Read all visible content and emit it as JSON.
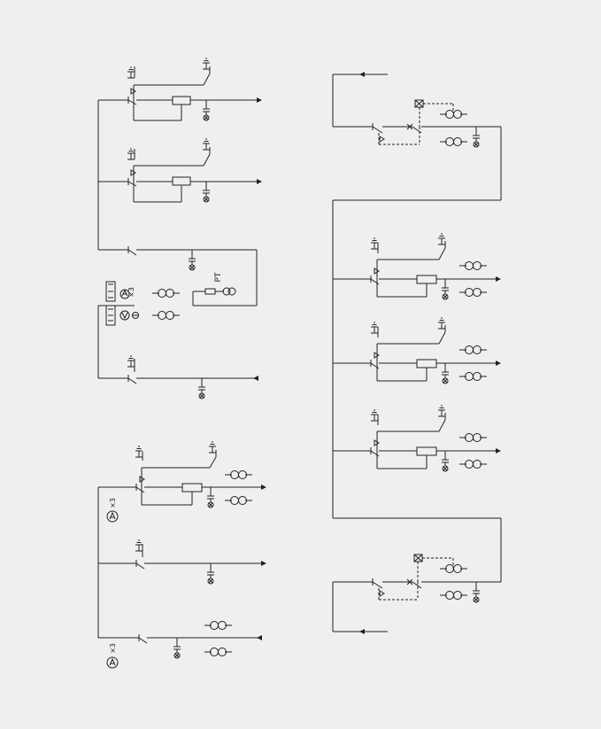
{
  "labels": {
    "pt": "PT",
    "ammeter_x3": "A ×3",
    "ammeter_x3_bottom": "A ×3"
  },
  "colors": {
    "background": "#eeeff1",
    "line": "#222222"
  }
}
